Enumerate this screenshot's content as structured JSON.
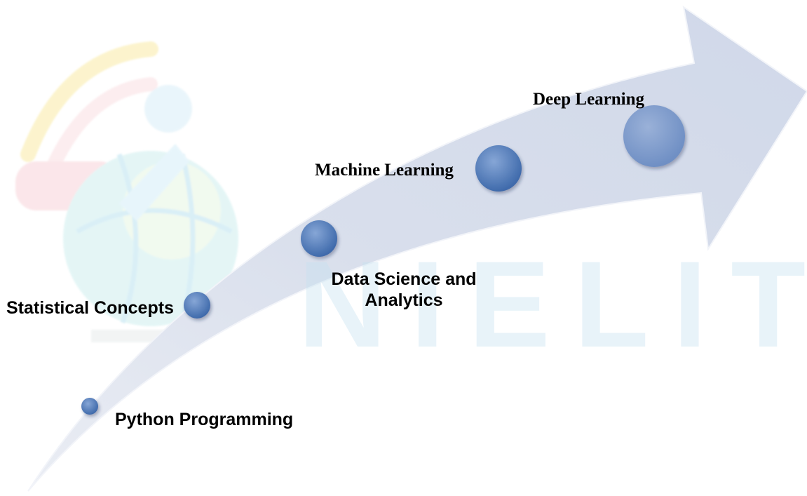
{
  "watermark": {
    "text": "NIELIT",
    "color": "#c4e2f1"
  },
  "colors": {
    "arrow": "#d5dceb",
    "arrow_edge": "#eef1f7",
    "node_fill": "#4f7dbd",
    "node_fill_light": "#7e9ed0",
    "text": "#000000"
  },
  "steps": [
    {
      "id": "python",
      "label": "Python Programming"
    },
    {
      "id": "statistics",
      "label": "Statistical Concepts"
    },
    {
      "id": "data-science",
      "label_line1": "Data Science and",
      "label_line2": "Analytics"
    },
    {
      "id": "machine-learning",
      "label": "Machine Learning"
    },
    {
      "id": "deep-learning",
      "label": "Deep Learning"
    }
  ]
}
